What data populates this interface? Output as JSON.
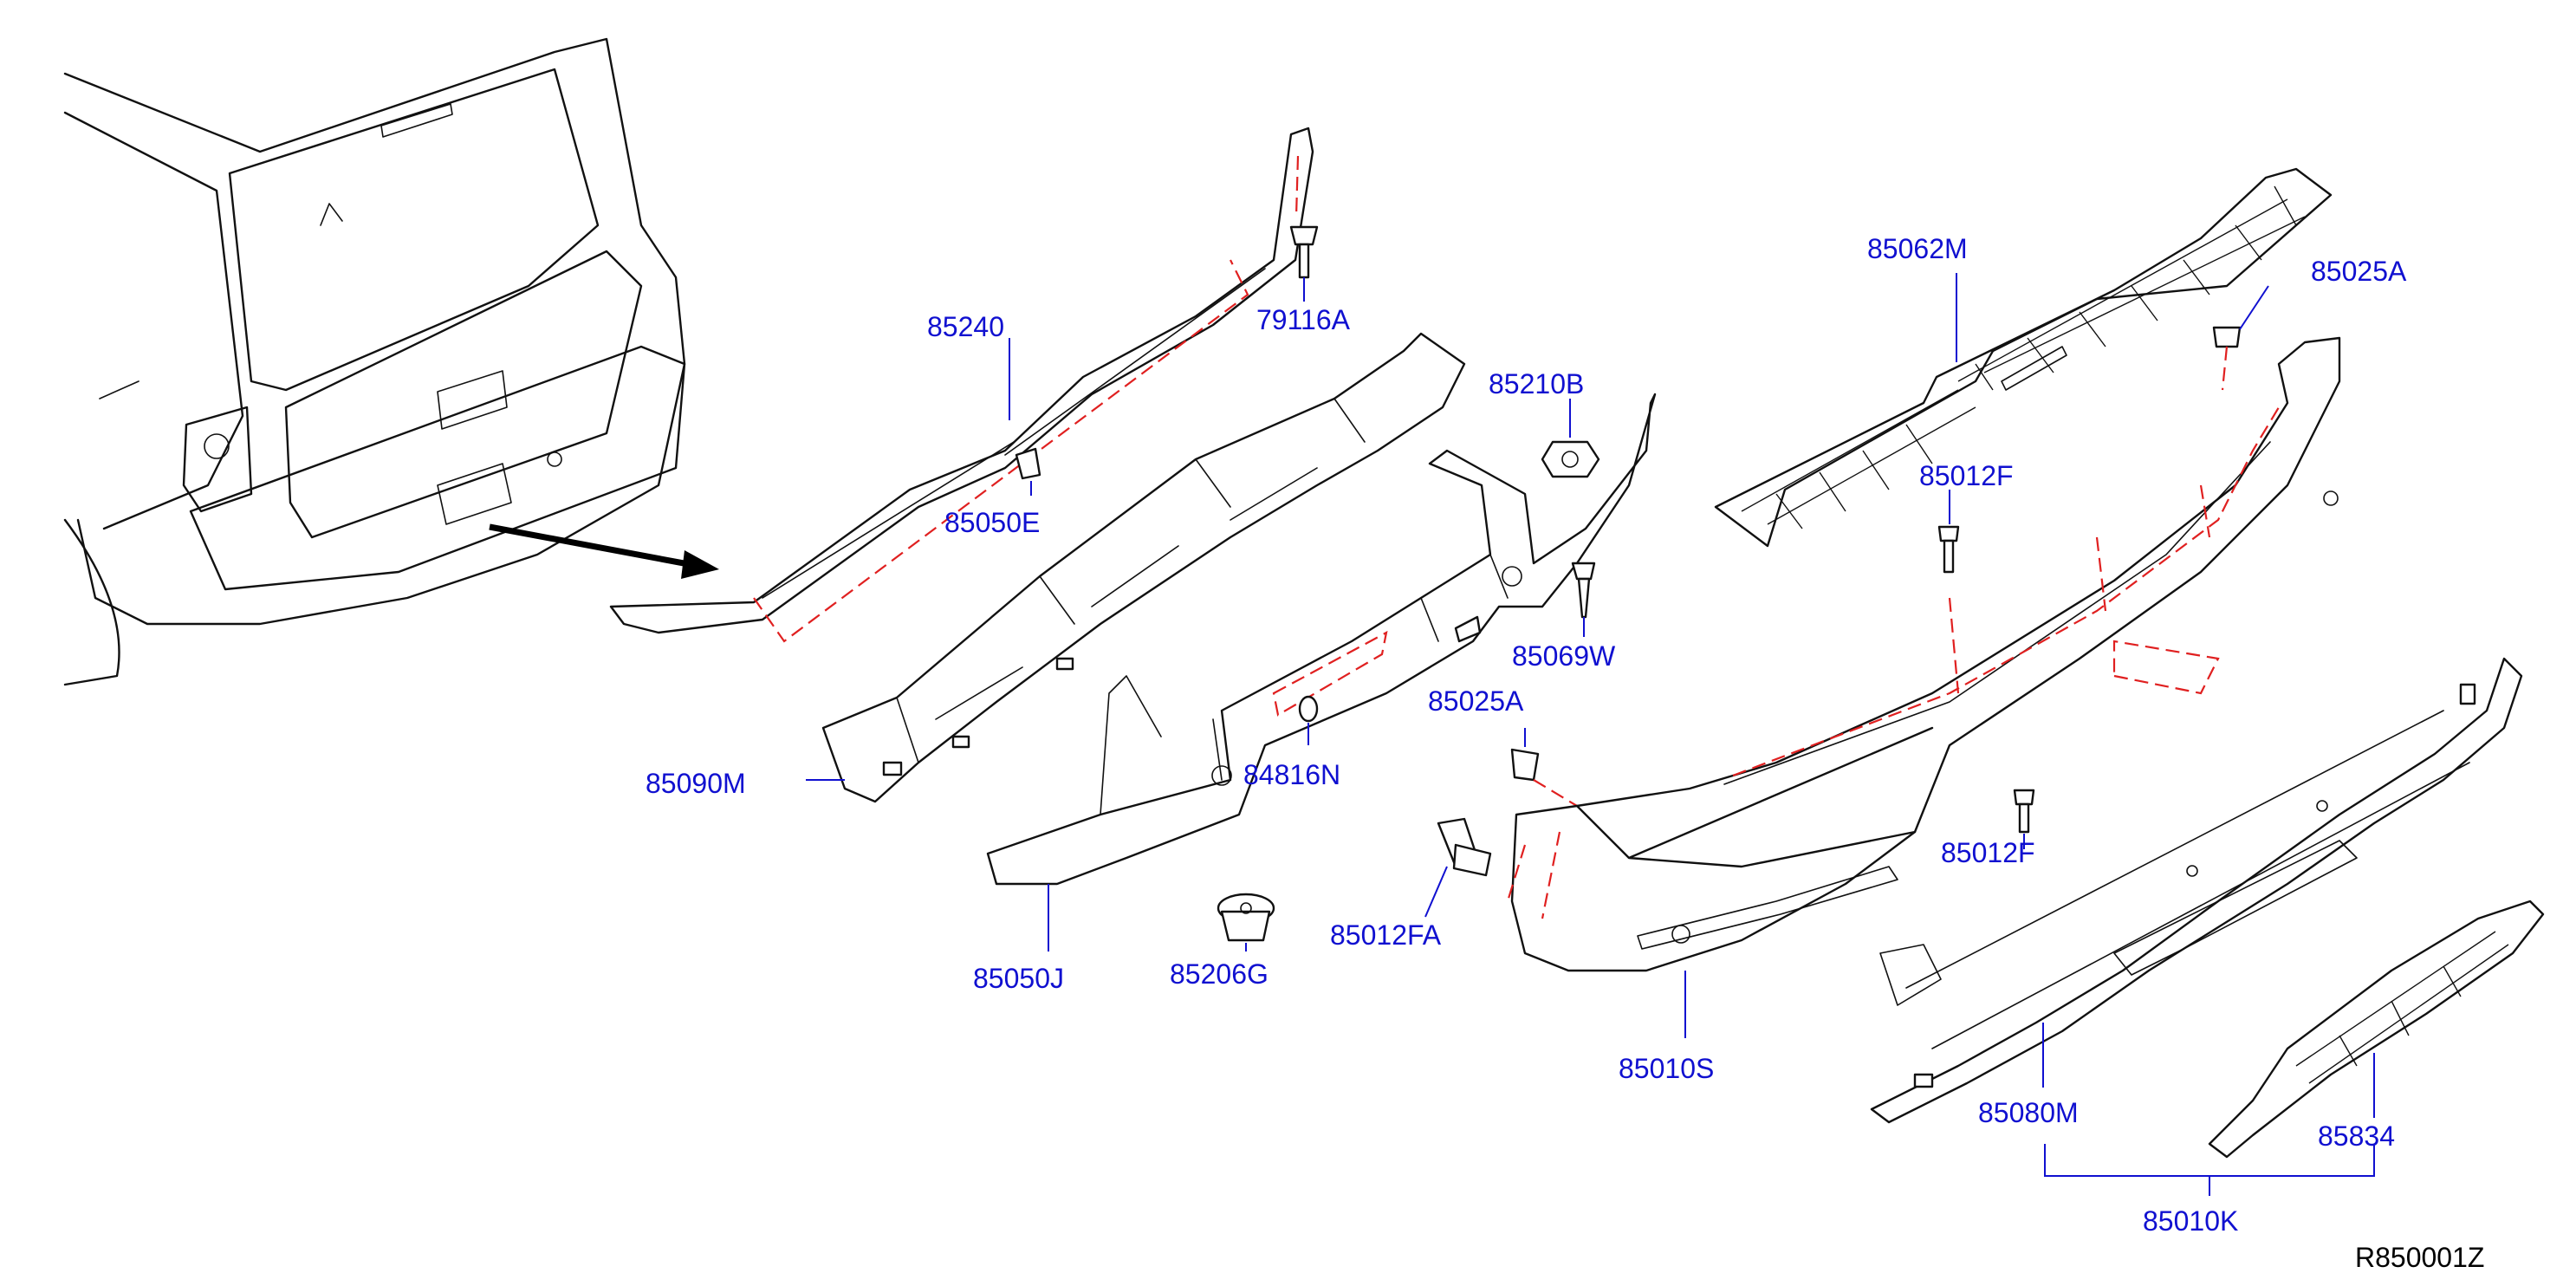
{
  "diagram": {
    "reference_code": "R850001Z",
    "part_labels": {
      "p79116A": "79116A",
      "p85240": "85240",
      "p85050E": "85050E",
      "p85210B": "85210B",
      "p85062M": "85062M",
      "p85025A_top": "85025A",
      "p85012F_top": "85012F",
      "p85069W": "85069W",
      "p85025A_mid": "85025A",
      "p84816N": "84816N",
      "p85090M": "85090M",
      "p85012F_bottom": "85012F",
      "p85012FA": "85012FA",
      "p85050J": "85050J",
      "p85206G": "85206G",
      "p85010S": "85010S",
      "p85080M": "85080M",
      "p85834": "85834",
      "p85010K": "85010K"
    },
    "colors": {
      "label_text": "#1010d0",
      "linework": "#111111",
      "alignment_dashes": "#e02020"
    }
  }
}
